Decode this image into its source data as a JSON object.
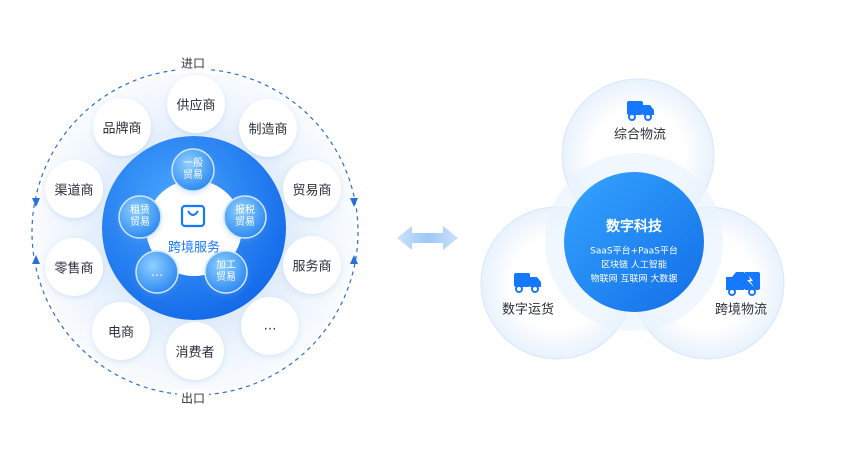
{
  "left_diagram": {
    "top_port": "进口",
    "bottom_port": "出口",
    "partners": [
      "供应商",
      "制造商",
      "贸易商",
      "服务商",
      "…",
      "消费者",
      "电商",
      "零售商",
      "渠道商",
      "品牌商"
    ],
    "center_label": "跨境服务",
    "service_nodes": [
      "一般\n贸易",
      "报税\n贸易",
      "加工\n贸易",
      "…",
      "租赁\n贸易"
    ]
  },
  "right_diagram": {
    "core_title": "数字科技",
    "core_lines": [
      "SaaS平台+PaaS平台",
      "区块链  人工智能",
      "物联网  互联网  大数据"
    ],
    "petals": [
      "综合物流",
      "跨境物流",
      "数字运货"
    ]
  },
  "colors": {
    "primary": "#1677ff",
    "primary_light": "#3fa0ff",
    "dashed_line": "#2a6fd6",
    "text": "#2b2f3a"
  }
}
